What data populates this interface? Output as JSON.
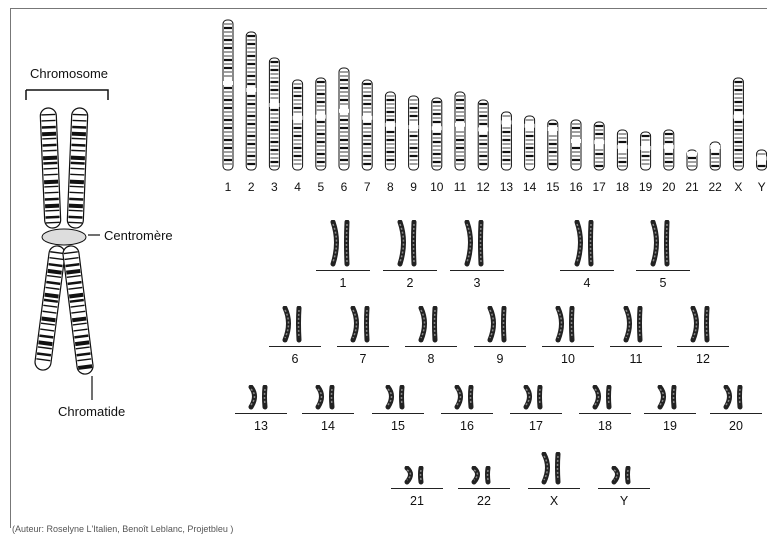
{
  "diagram": {
    "chromosome_label": "Chromosome",
    "centromere_label": "Centromère",
    "chromatid_label": "Chromatide"
  },
  "ideogram": {
    "labels": [
      "1",
      "2",
      "3",
      "4",
      "5",
      "6",
      "7",
      "8",
      "9",
      "10",
      "11",
      "12",
      "13",
      "14",
      "15",
      "16",
      "17",
      "18",
      "19",
      "20",
      "21",
      "22",
      "X",
      "Y"
    ]
  },
  "karyotype": {
    "rows": [
      [
        "1",
        "2",
        "3",
        "4",
        "5"
      ],
      [
        "6",
        "7",
        "8",
        "9",
        "10",
        "11",
        "12"
      ],
      [
        "13",
        "14",
        "15",
        "16",
        "17",
        "18",
        "19",
        "20"
      ],
      [
        "21",
        "22",
        "X",
        "Y"
      ]
    ]
  },
  "credit": "(Auteur: Roselyne L'Italien, Benoît Leblanc, Projetbleu )"
}
